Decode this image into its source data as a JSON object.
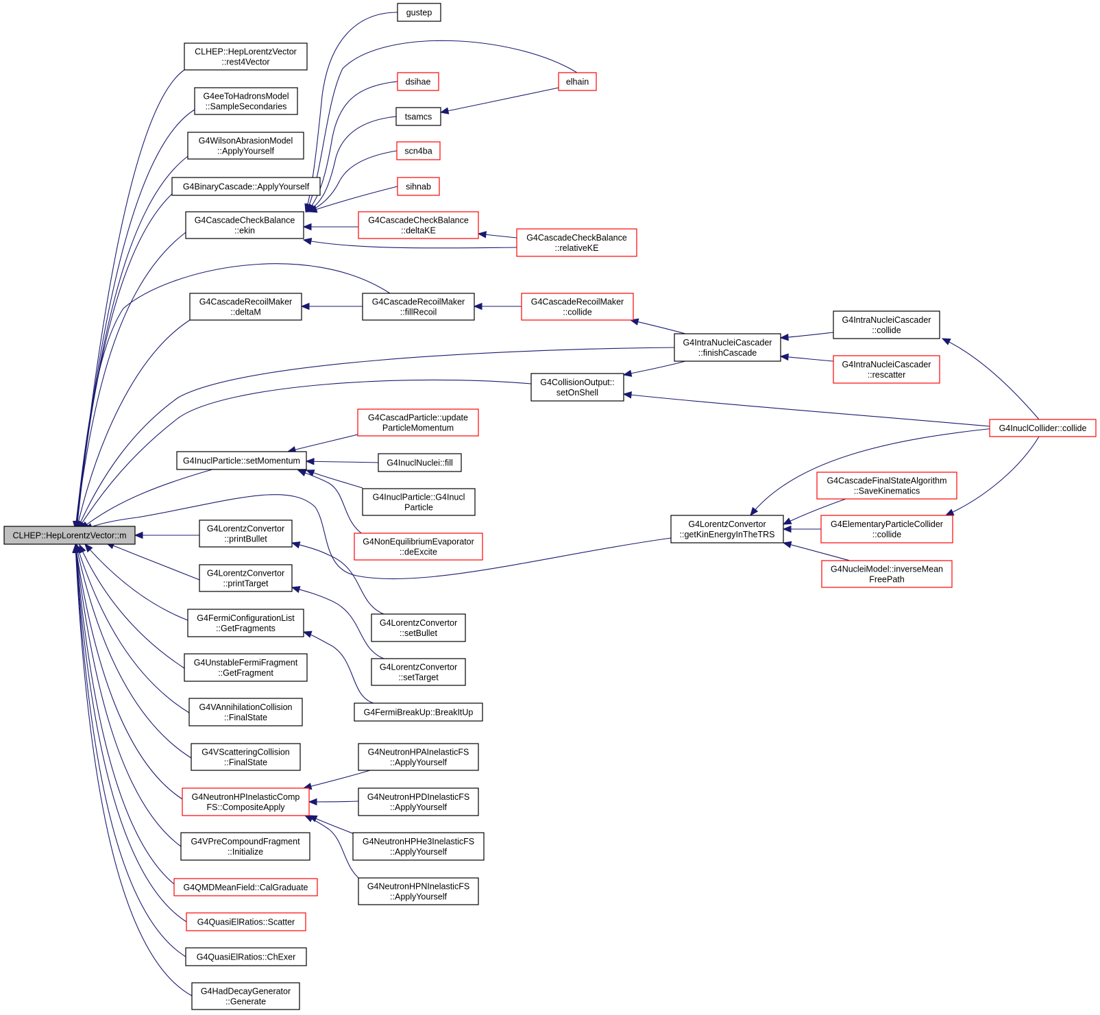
{
  "colors": {
    "edge": "#191970",
    "border_normal": "#000000",
    "border_truncated": "#ff0000",
    "root_fill": "#bfbfbf",
    "node_fill": "#ffffff"
  },
  "nodes": [
    {
      "id": "root",
      "lines": [
        "CLHEP::HepLorentzVector::m"
      ],
      "style": "root"
    },
    {
      "id": "rest4",
      "lines": [
        "CLHEP::HepLorentzVector",
        "::rest4Vector"
      ],
      "style": "normal"
    },
    {
      "id": "ee",
      "lines": [
        "G4eeToHadronsModel",
        "::SampleSecondaries"
      ],
      "style": "normal"
    },
    {
      "id": "wilson",
      "lines": [
        "G4WilsonAbrasionModel",
        "::ApplyYourself"
      ],
      "style": "normal"
    },
    {
      "id": "binary",
      "lines": [
        "G4BinaryCascade::ApplyYourself"
      ],
      "style": "normal"
    },
    {
      "id": "ccb_ekin",
      "lines": [
        "G4CascadeCheckBalance",
        "::ekin"
      ],
      "style": "normal"
    },
    {
      "id": "crm_deltaM",
      "lines": [
        "G4CascadeRecoilMaker",
        "::deltaM"
      ],
      "style": "normal"
    },
    {
      "id": "inucl_setMom",
      "lines": [
        "G4InuclParticle::setMomentum"
      ],
      "style": "normal"
    },
    {
      "id": "lc_printBullet",
      "lines": [
        "G4LorentzConvertor",
        "::printBullet"
      ],
      "style": "normal"
    },
    {
      "id": "lc_printTarget",
      "lines": [
        "G4LorentzConvertor",
        "::printTarget"
      ],
      "style": "normal"
    },
    {
      "id": "fermi_conf",
      "lines": [
        "G4FermiConfigurationList",
        "::GetFragments"
      ],
      "style": "normal"
    },
    {
      "id": "unstable",
      "lines": [
        "G4UnstableFermiFragment",
        "::GetFragment"
      ],
      "style": "normal"
    },
    {
      "id": "vann",
      "lines": [
        "G4VAnnihilationCollision",
        "::FinalState"
      ],
      "style": "normal"
    },
    {
      "id": "vscat",
      "lines": [
        "G4VScatteringCollision",
        "::FinalState"
      ],
      "style": "normal"
    },
    {
      "id": "nhp_comp",
      "lines": [
        "G4NeutronHPInelasticComp",
        "FS::CompositeApply"
      ],
      "style": "truncated"
    },
    {
      "id": "vpre",
      "lines": [
        "G4VPreCompoundFragment",
        "::Initialize"
      ],
      "style": "normal"
    },
    {
      "id": "qmd",
      "lines": [
        "G4QMDMeanField::CalGraduate"
      ],
      "style": "truncated"
    },
    {
      "id": "qe_scatter",
      "lines": [
        "G4QuasiElRatios::Scatter"
      ],
      "style": "truncated"
    },
    {
      "id": "qe_chexer",
      "lines": [
        "G4QuasiElRatios::ChExer"
      ],
      "style": "normal"
    },
    {
      "id": "hadDecay",
      "lines": [
        "G4HadDecayGenerator",
        "::Generate"
      ],
      "style": "normal"
    },
    {
      "id": "gustep",
      "lines": [
        "gustep"
      ],
      "style": "normal"
    },
    {
      "id": "dsihae",
      "lines": [
        "dsihae"
      ],
      "style": "truncated"
    },
    {
      "id": "tsamcs",
      "lines": [
        "tsamcs"
      ],
      "style": "normal"
    },
    {
      "id": "scn4ba",
      "lines": [
        "scn4ba"
      ],
      "style": "truncated"
    },
    {
      "id": "sihnab",
      "lines": [
        "sihnab"
      ],
      "style": "truncated"
    },
    {
      "id": "ccb_deltaKE",
      "lines": [
        "G4CascadeCheckBalance",
        "::deltaKE"
      ],
      "style": "truncated"
    },
    {
      "id": "elhain",
      "lines": [
        "elhain"
      ],
      "style": "truncated"
    },
    {
      "id": "ccb_relKE",
      "lines": [
        "G4CascadeCheckBalance",
        "::relativeKE"
      ],
      "style": "truncated"
    },
    {
      "id": "crm_fill",
      "lines": [
        "G4CascadeRecoilMaker",
        "::fillRecoil"
      ],
      "style": "normal"
    },
    {
      "id": "crm_collide",
      "lines": [
        "G4CascadeRecoilMaker",
        "::collide"
      ],
      "style": "truncated"
    },
    {
      "id": "inc_finish",
      "lines": [
        "G4IntraNucleiCascader",
        "::finishCascade"
      ],
      "style": "normal"
    },
    {
      "id": "inc_collide",
      "lines": [
        "G4IntraNucleiCascader",
        "::collide"
      ],
      "style": "normal"
    },
    {
      "id": "inc_rescatter",
      "lines": [
        "G4IntraNucleiCascader",
        "::rescatter"
      ],
      "style": "truncated"
    },
    {
      "id": "co_setOnShell",
      "lines": [
        "G4CollisionOutput::",
        "setOnShell"
      ],
      "style": "normal"
    },
    {
      "id": "inucl_collider",
      "lines": [
        "G4InuclCollider::collide"
      ],
      "style": "truncated"
    },
    {
      "id": "cascad_update",
      "lines": [
        "G4CascadParticle::update",
        "ParticleMomentum"
      ],
      "style": "truncated"
    },
    {
      "id": "nuclei_fill",
      "lines": [
        "G4InuclNuclei::fill"
      ],
      "style": "normal"
    },
    {
      "id": "inucl_ctor",
      "lines": [
        "G4InuclParticle::G4Inucl",
        "Particle"
      ],
      "style": "normal"
    },
    {
      "id": "nonEq",
      "lines": [
        "G4NonEquilibriumEvaporator",
        "::deExcite"
      ],
      "style": "truncated"
    },
    {
      "id": "lc_kin",
      "lines": [
        "G4LorentzConvertor",
        "::getKinEnergyInTheTRS"
      ],
      "style": "normal"
    },
    {
      "id": "cfsa",
      "lines": [
        "G4CascadeFinalStateAlgorithm",
        "::SaveKinematics"
      ],
      "style": "truncated"
    },
    {
      "id": "epc",
      "lines": [
        "G4ElementaryParticleCollider",
        "::collide"
      ],
      "style": "truncated"
    },
    {
      "id": "nm_imfp",
      "lines": [
        "G4NucleiModel::inverseMean",
        "FreePath"
      ],
      "style": "truncated"
    },
    {
      "id": "lc_setBullet",
      "lines": [
        "G4LorentzConvertor",
        "::setBullet"
      ],
      "style": "normal"
    },
    {
      "id": "lc_setTarget",
      "lines": [
        "G4LorentzConvertor",
        "::setTarget"
      ],
      "style": "normal"
    },
    {
      "id": "fermi_break",
      "lines": [
        "G4FermiBreakUp::BreakItUp"
      ],
      "style": "normal"
    },
    {
      "id": "nhp_a",
      "lines": [
        "G4NeutronHPAInelasticFS",
        "::ApplyYourself"
      ],
      "style": "normal"
    },
    {
      "id": "nhp_d",
      "lines": [
        "G4NeutronHPDInelasticFS",
        "::ApplyYourself"
      ],
      "style": "normal"
    },
    {
      "id": "nhp_he3",
      "lines": [
        "G4NeutronHPHe3InelasticFS",
        "::ApplyYourself"
      ],
      "style": "normal"
    },
    {
      "id": "nhp_n",
      "lines": [
        "G4NeutronHPNInelasticFS",
        "::ApplyYourself"
      ],
      "style": "normal"
    }
  ],
  "edges": [
    {
      "from": "rest4",
      "to": "root"
    },
    {
      "from": "ee",
      "to": "root"
    },
    {
      "from": "wilson",
      "to": "root"
    },
    {
      "from": "binary",
      "to": "root"
    },
    {
      "from": "ccb_ekin",
      "to": "root"
    },
    {
      "from": "crm_fill",
      "to": "root"
    },
    {
      "from": "crm_deltaM",
      "to": "root"
    },
    {
      "from": "inc_finish",
      "to": "root"
    },
    {
      "from": "co_setOnShell",
      "to": "root"
    },
    {
      "from": "inucl_setMom",
      "to": "root"
    },
    {
      "from": "lc_kin",
      "to": "root"
    },
    {
      "from": "lc_printBullet",
      "to": "root"
    },
    {
      "from": "lc_printTarget",
      "to": "root"
    },
    {
      "from": "fermi_conf",
      "to": "root"
    },
    {
      "from": "unstable",
      "to": "root"
    },
    {
      "from": "vann",
      "to": "root"
    },
    {
      "from": "vscat",
      "to": "root"
    },
    {
      "from": "nhp_comp",
      "to": "root"
    },
    {
      "from": "vpre",
      "to": "root"
    },
    {
      "from": "qmd",
      "to": "root"
    },
    {
      "from": "qe_scatter",
      "to": "root"
    },
    {
      "from": "qe_chexer",
      "to": "root"
    },
    {
      "from": "hadDecay",
      "to": "root"
    },
    {
      "from": "gustep",
      "to": "ccb_ekin"
    },
    {
      "from": "elhain",
      "to": "ccb_ekin"
    },
    {
      "from": "dsihae",
      "to": "ccb_ekin"
    },
    {
      "from": "tsamcs",
      "to": "ccb_ekin"
    },
    {
      "from": "scn4ba",
      "to": "ccb_ekin"
    },
    {
      "from": "sihnab",
      "to": "ccb_ekin"
    },
    {
      "from": "ccb_deltaKE",
      "to": "ccb_ekin"
    },
    {
      "from": "ccb_relKE",
      "to": "ccb_ekin"
    },
    {
      "from": "elhain",
      "to": "tsamcs"
    },
    {
      "from": "ccb_relKE",
      "to": "ccb_deltaKE"
    },
    {
      "from": "crm_fill",
      "to": "crm_deltaM"
    },
    {
      "from": "crm_collide",
      "to": "crm_fill"
    },
    {
      "from": "inc_finish",
      "to": "crm_collide"
    },
    {
      "from": "inc_collide",
      "to": "inc_finish"
    },
    {
      "from": "inc_rescatter",
      "to": "inc_finish"
    },
    {
      "from": "inucl_collider",
      "to": "inc_collide"
    },
    {
      "from": "inc_finish",
      "to": "co_setOnShell"
    },
    {
      "from": "inucl_collider",
      "to": "co_setOnShell"
    },
    {
      "from": "cascad_update",
      "to": "inucl_setMom"
    },
    {
      "from": "nuclei_fill",
      "to": "inucl_setMom"
    },
    {
      "from": "inucl_ctor",
      "to": "inucl_setMom"
    },
    {
      "from": "nonEq",
      "to": "inucl_setMom"
    },
    {
      "from": "inucl_collider",
      "to": "lc_kin"
    },
    {
      "from": "cfsa",
      "to": "lc_kin"
    },
    {
      "from": "epc",
      "to": "lc_kin"
    },
    {
      "from": "nm_imfp",
      "to": "lc_kin"
    },
    {
      "from": "inucl_collider",
      "to": "epc"
    },
    {
      "from": "lc_setBullet",
      "to": "lc_printBullet"
    },
    {
      "from": "lc_setTarget",
      "to": "lc_printTarget"
    },
    {
      "from": "fermi_break",
      "to": "fermi_conf"
    },
    {
      "from": "nhp_a",
      "to": "nhp_comp"
    },
    {
      "from": "nhp_d",
      "to": "nhp_comp"
    },
    {
      "from": "nhp_he3",
      "to": "nhp_comp"
    },
    {
      "from": "nhp_n",
      "to": "nhp_comp"
    }
  ]
}
